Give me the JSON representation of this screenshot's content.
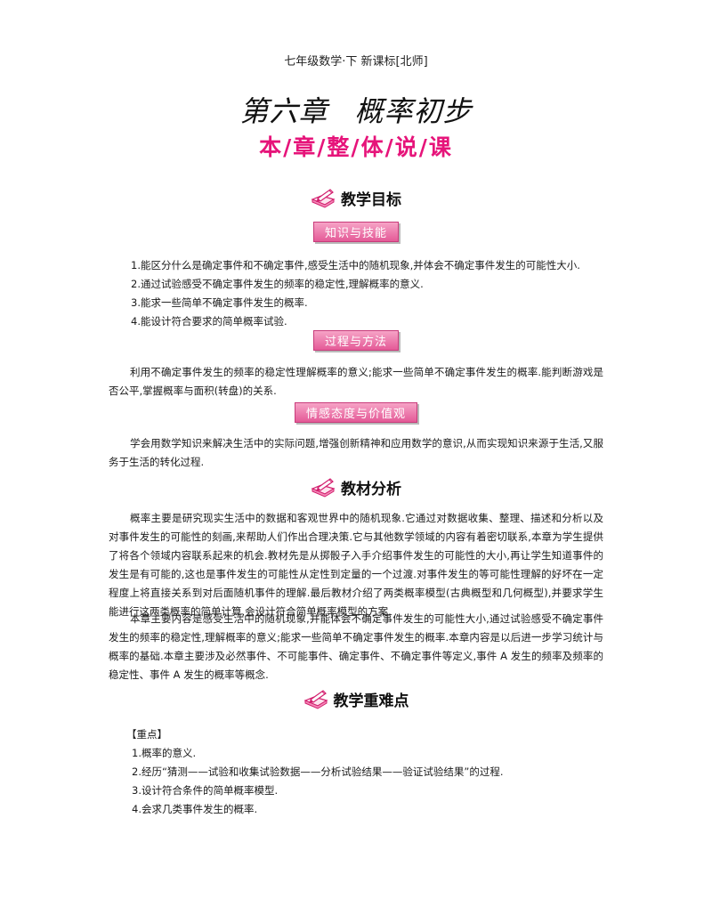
{
  "header": "七年级数学·下  新课标[北师]",
  "chapter": {
    "number": "第六章",
    "name": "概率初步"
  },
  "subtitle": "本/章/整/体/说/课",
  "sections": {
    "goals": {
      "title": "教学目标",
      "knowledge": {
        "tag": "知识与技能",
        "items": [
          "1.能区分什么是确定事件和不确定事件,感受生活中的随机现象,并体会不确定事件发生的可能性大小.",
          "2.通过试验感受不确定事件发生的频率的稳定性,理解概率的意义.",
          "3.能求一些简单不确定事件发生的概率.",
          "4.能设计符合要求的简单概率试验."
        ]
      },
      "process": {
        "tag": "过程与方法",
        "text": "利用不确定事件发生的频率的稳定性理解概率的意义;能求一些简单不确定事件发生的概率.能判断游戏是否公平,掌握概率与面积(转盘)的关系."
      },
      "attitude": {
        "tag": "情感态度与价值观",
        "text": "学会用数学知识来解决生活中的实际问题,增强创新精神和应用数学的意识,从而实现知识来源于生活,又服务于生活的转化过程."
      }
    },
    "analysis": {
      "title": "教材分析",
      "p1": "概率主要是研究现实生活中的数据和客观世界中的随机现象.它通过对数据收集、整理、描述和分析以及对事件发生的可能性的刻画,来帮助人们作出合理决策.它与其他数学领域的内容有着密切联系,本章为学生提供了将各个领域内容联系起来的机会.教材先是从掷骰子入手介绍事件发生的可能性的大小,再让学生知道事件的发生是有可能的,这也是事件发生的可能性从定性到定量的一个过渡.对事件发生的等可能性理解的好坏在一定程度上将直接关系到对后面随机事件的理解.最后教材介绍了两类概率模型(古典概型和几何概型),并要求学生能进行这两类概率的简单计算,会设计符合简单概率模型的方案.",
      "p2": "本章主要内容是感受生活中的随机现象,并能体会不确定事件发生的可能性大小,通过试验感受不确定事件发生的频率的稳定性,理解概率的意义;能求一些简单不确定事件发生的概率.本章内容是以后进一步学习统计与概率的基础.本章主要涉及必然事件、不可能事件、确定事件、不确定事件等定义,事件 A 发生的频率及频率的稳定性、事件 A 发生的概率等概念."
    },
    "keypoints": {
      "title": "教学重难点",
      "label": "【重点】",
      "items": [
        "1.概率的意义.",
        "2.经历“猜测——试验和收集试验数据——分析试验结果——验证试验结果”的过程.",
        "3.设计符合条件的简单概率模型.",
        "4.会求几类事件发生的概率."
      ]
    }
  },
  "colors": {
    "accent": "#e6147a",
    "tag_top": "#f6a3c6",
    "tag_bottom": "#e45a97"
  },
  "icon": "pen-on-book-icon"
}
